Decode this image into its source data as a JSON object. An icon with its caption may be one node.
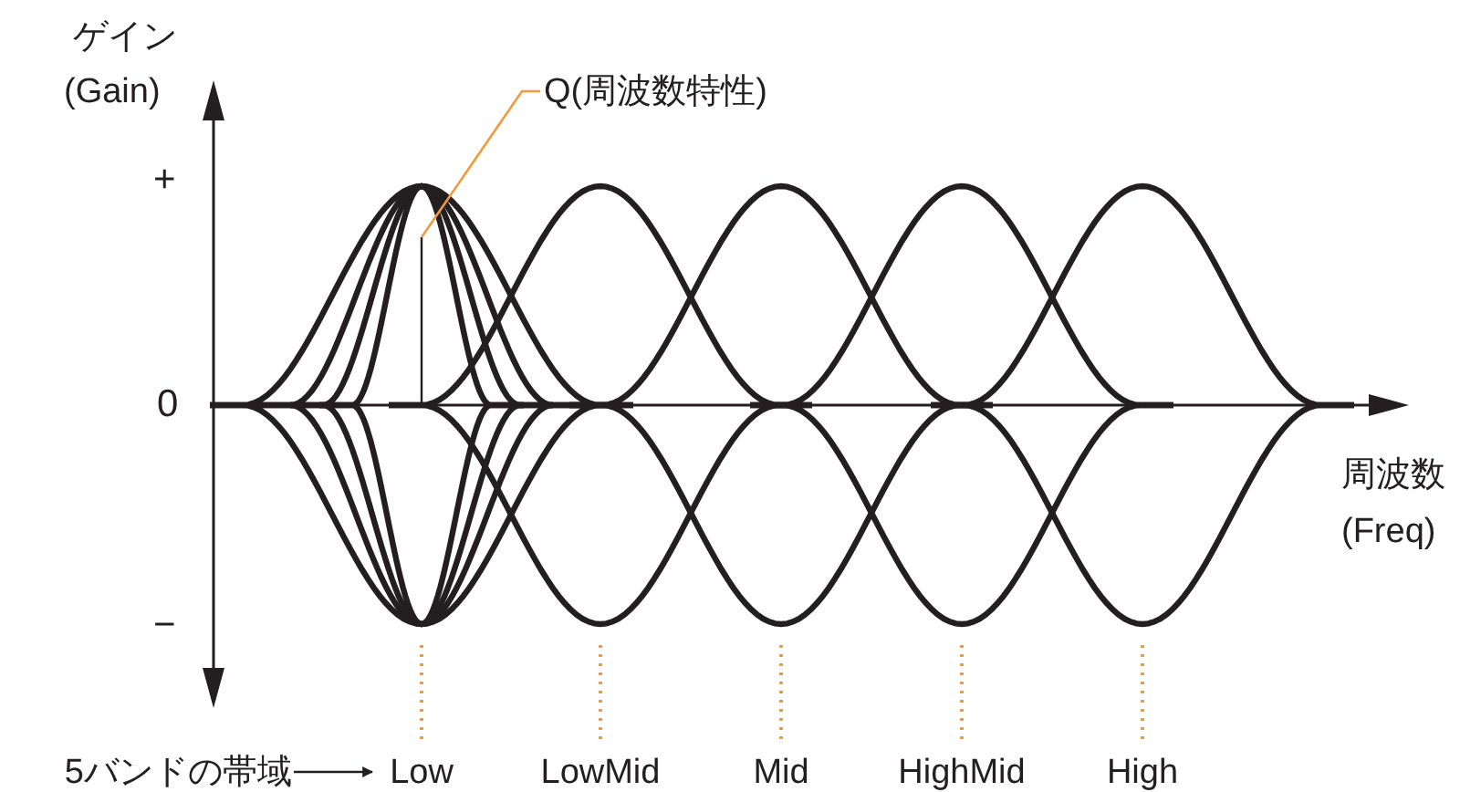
{
  "diagram": {
    "nodes": [
      {
        "text": [
          "5バンドの帯域"
        ]
      },
      {
        "text": [
          "Low"
        ]
      },
      {
        "text": [
          "LowMid"
        ]
      },
      {
        "text": [
          "Mid"
        ]
      },
      {
        "text": [
          "HighMid"
        ]
      },
      {
        "text": [
          "High"
        ]
      },
      {
        "text": [
          "Q(周波数特性)"
        ]
      }
    ],
    "edges": [
      {
        "from": 0,
        "to": 1,
        "arrow": "to",
        "color": "#231f20"
      },
      {
        "from": 1,
        "to": null,
        "arrow": "none",
        "style": "dashed",
        "color": "#f39a3c"
      },
      {
        "from": 2,
        "to": null,
        "arrow": "none",
        "style": "dashed",
        "color": "#f39a3c"
      },
      {
        "from": 3,
        "to": null,
        "arrow": "none",
        "style": "dashed",
        "color": "#f39a3c"
      },
      {
        "from": 4,
        "to": null,
        "arrow": "none",
        "style": "dashed",
        "color": "#f39a3c"
      },
      {
        "from": 5,
        "to": null,
        "arrow": "none",
        "style": "dashed",
        "color": "#f39a3c"
      },
      {
        "from": 6,
        "to": null,
        "arrow": "none",
        "color": "#f39a3c"
      }
    ],
    "labels": [
      "ゲイン",
      "(Gain)",
      "+",
      "0",
      "−",
      "周波数",
      "(Freq)"
    ]
  }
}
